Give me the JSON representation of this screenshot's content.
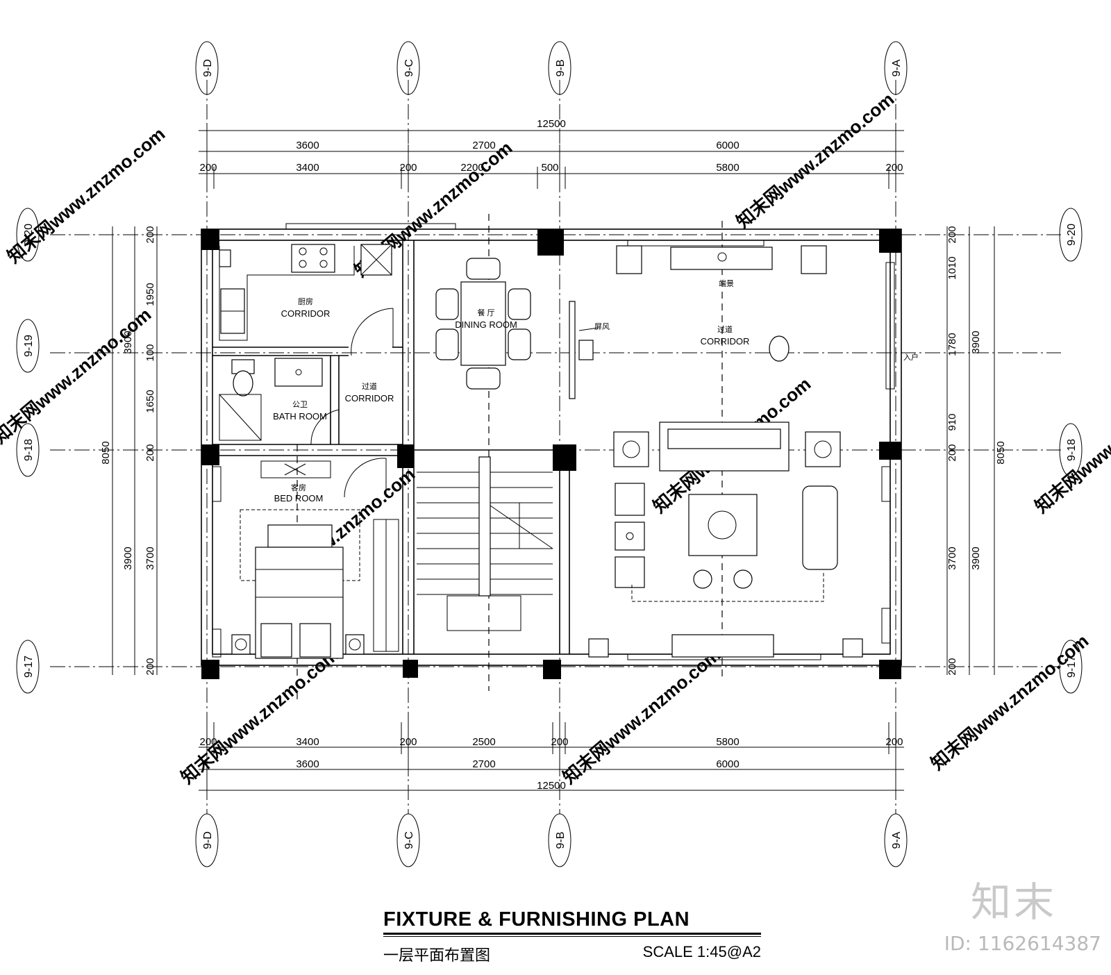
{
  "title": {
    "main": "FIXTURE & FURNISHING PLAN",
    "subtitle": "一层平面布置图",
    "scale": "SCALE  1:45@A2"
  },
  "grid_labels": {
    "columns": [
      "9-D",
      "9-C",
      "9-B",
      "9-A"
    ],
    "rows": [
      "9-20",
      "9-19",
      "9-18",
      "9-17"
    ]
  },
  "dimensions": {
    "top_total": "12500",
    "top_mid": [
      "3600",
      "2700",
      "6000"
    ],
    "top_detail": [
      "200",
      "3400",
      "200",
      "2200",
      "500",
      "5800",
      "200"
    ],
    "bottom_detail": [
      "200",
      "3400",
      "200",
      "2500",
      "200",
      "5800",
      "200"
    ],
    "bottom_mid": [
      "3600",
      "2700",
      "6000"
    ],
    "bottom_total": "12500",
    "left_total": "8050",
    "left_mid": [
      "3900",
      "3900"
    ],
    "left_detail": [
      "200",
      "1950",
      "100",
      "1650",
      "200",
      "3700",
      "200"
    ],
    "right_total": "8050",
    "right_mid": [
      "3900",
      "3900"
    ],
    "right_detail": [
      "200",
      "1010",
      "1780",
      "910",
      "200",
      "3700",
      "200"
    ]
  },
  "rooms": {
    "kitchen_cn": "厨房",
    "kitchen_en": "CORRIDOR",
    "corridor_small_cn": "过道",
    "corridor_small_en": "CORRIDOR",
    "bath_cn": "公卫",
    "bath_en": "BATH ROOM",
    "bed_cn": "客房",
    "bed_en": "BED ROOM",
    "dining_cn": "餐  厅",
    "dining_en": "DINING ROOM",
    "screen_cn": "屏风",
    "landscape_cn": "端景",
    "corridor_main_cn": "过道",
    "corridor_main_en": "CORRIDOR",
    "entry_cn": "入户"
  },
  "watermark": {
    "text": "知末网www.znzmo.com",
    "brand": "知末",
    "id": "ID: 1162614387"
  }
}
